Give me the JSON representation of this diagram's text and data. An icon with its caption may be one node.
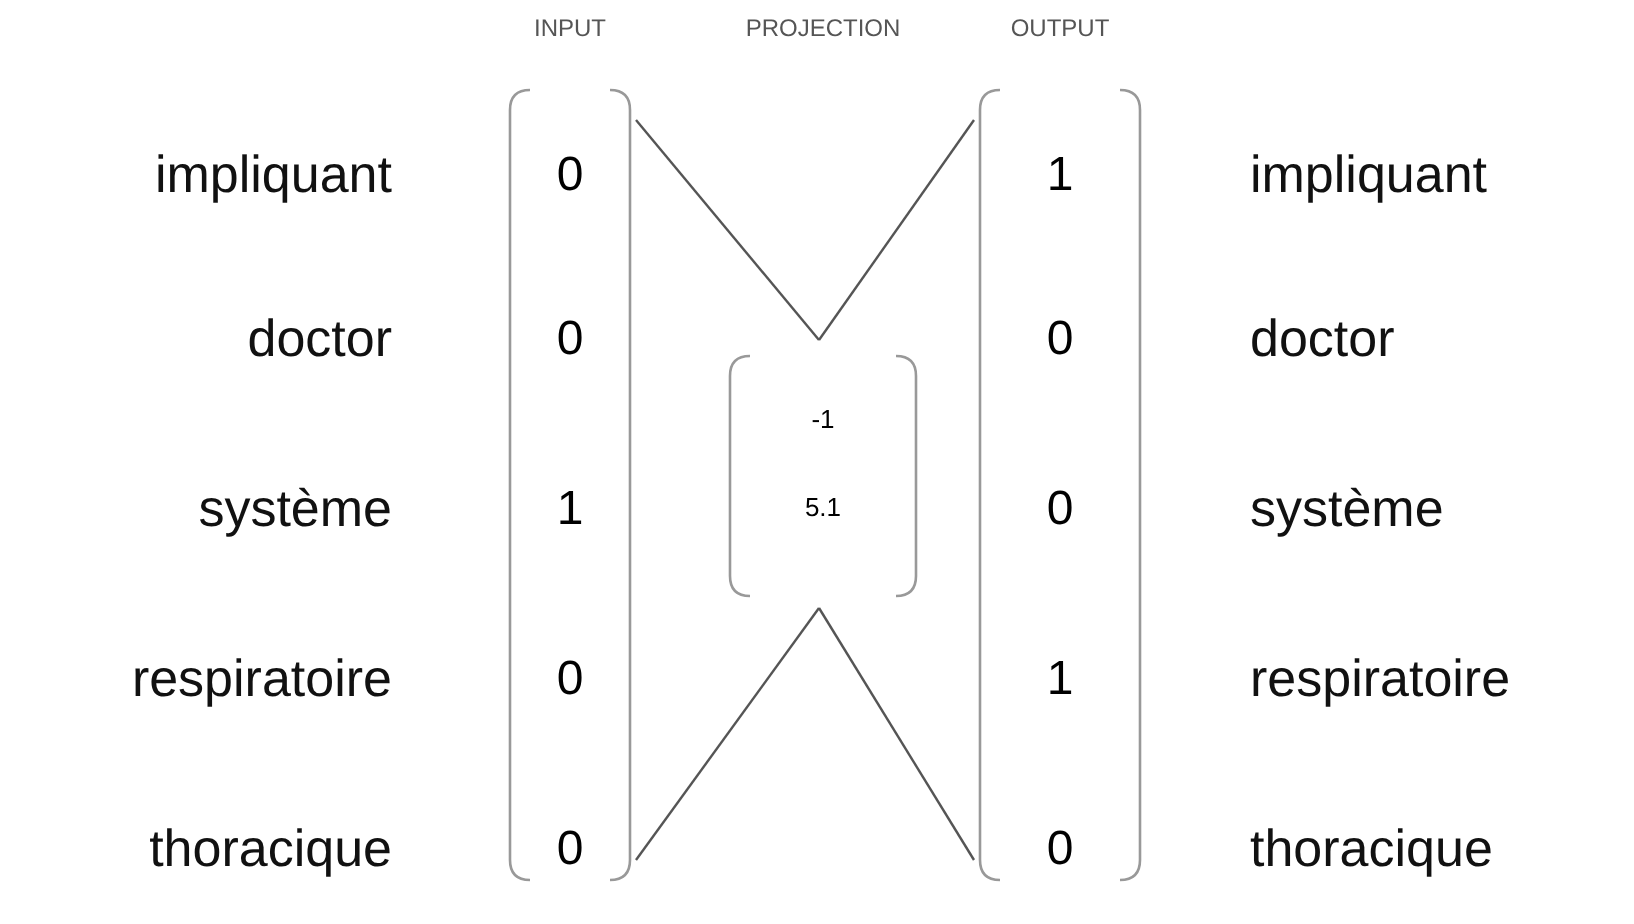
{
  "diagram": {
    "nodes": [
      {
        "text": [
          "INPUT",
          "0",
          "0",
          "1",
          "0",
          "0"
        ]
      },
      {
        "text": [
          "PROJECTION",
          "-1",
          "5.1"
        ]
      },
      {
        "text": [
          "OUTPUT",
          "1",
          "0",
          "0",
          "1",
          "0"
        ]
      }
    ],
    "edges": [
      {
        "from": 0,
        "to": 1,
        "arrow": "none"
      },
      {
        "from": 1,
        "to": 2,
        "arrow": "none"
      },
      {
        "from": 0,
        "to": 1,
        "arrow": "none"
      },
      {
        "from": 1,
        "to": 2,
        "arrow": "none"
      }
    ],
    "labels": [
      "impliquant",
      "impliquant",
      "doctor",
      "doctor",
      "système",
      "système",
      "respiratoire",
      "respiratoire",
      "thoracique",
      "thoracique"
    ]
  }
}
